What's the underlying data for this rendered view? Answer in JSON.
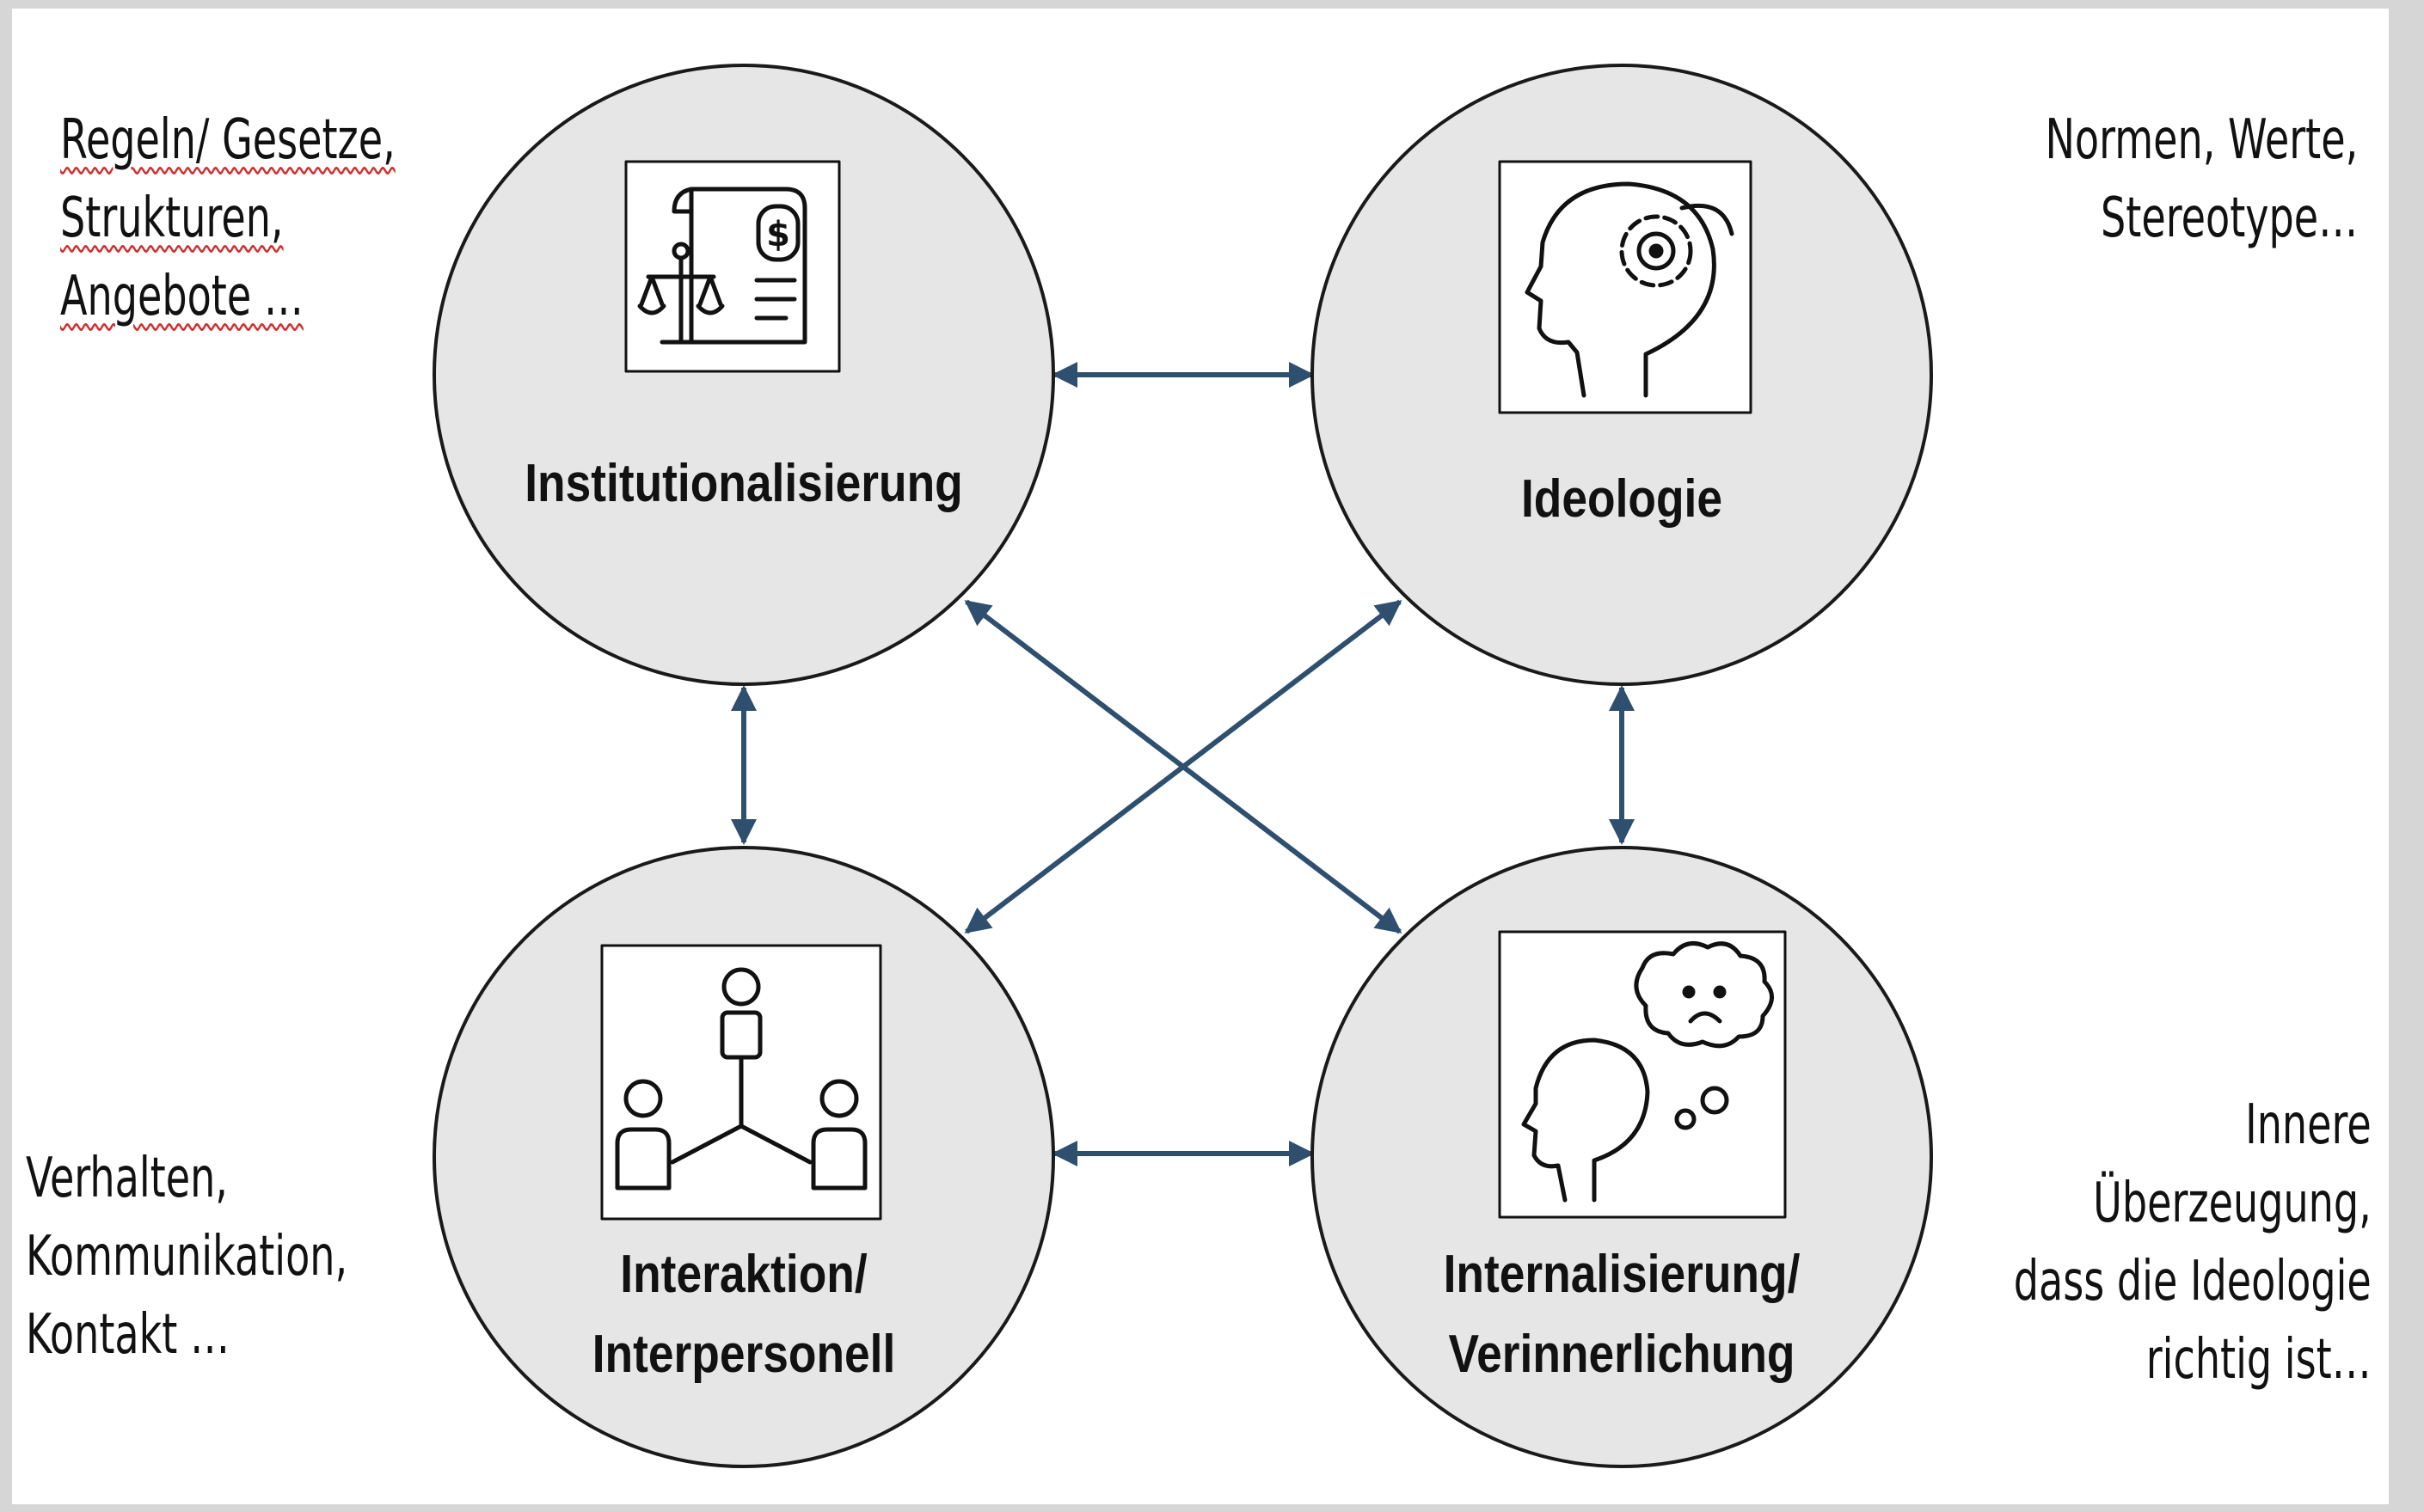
{
  "nodes": {
    "institutionalisierung": {
      "label": "Institutionalisierung",
      "icon": "law-document-icon"
    },
    "ideologie": {
      "label": "Ideologie",
      "icon": "head-gear-icon"
    },
    "interaktion": {
      "label_line1": "Interaktion/",
      "label_line2": "Interpersonell",
      "icon": "network-people-icon"
    },
    "internalisierung": {
      "label_line1": "Internalisierung/",
      "label_line2": "Verinnerlichung",
      "icon": "head-thought-cloud-icon"
    }
  },
  "notes": {
    "top_left": [
      "Regeln/ Gesetze,",
      "Strukturen,",
      "Angebote …"
    ],
    "top_right": [
      "Normen, Werte,",
      "Stereotype…"
    ],
    "bottom_left": [
      "Verhalten,",
      "Kommunikation,",
      "Kontakt …"
    ],
    "bottom_right": [
      "Innere",
      "Überzeugung,",
      "dass die Ideologie",
      "richtig ist…"
    ]
  },
  "colors": {
    "circle_fill": "#e6e6e6",
    "circle_stroke": "#1a1a1a",
    "arrow": "#2f4f6f",
    "background": "#d6d6d6"
  }
}
